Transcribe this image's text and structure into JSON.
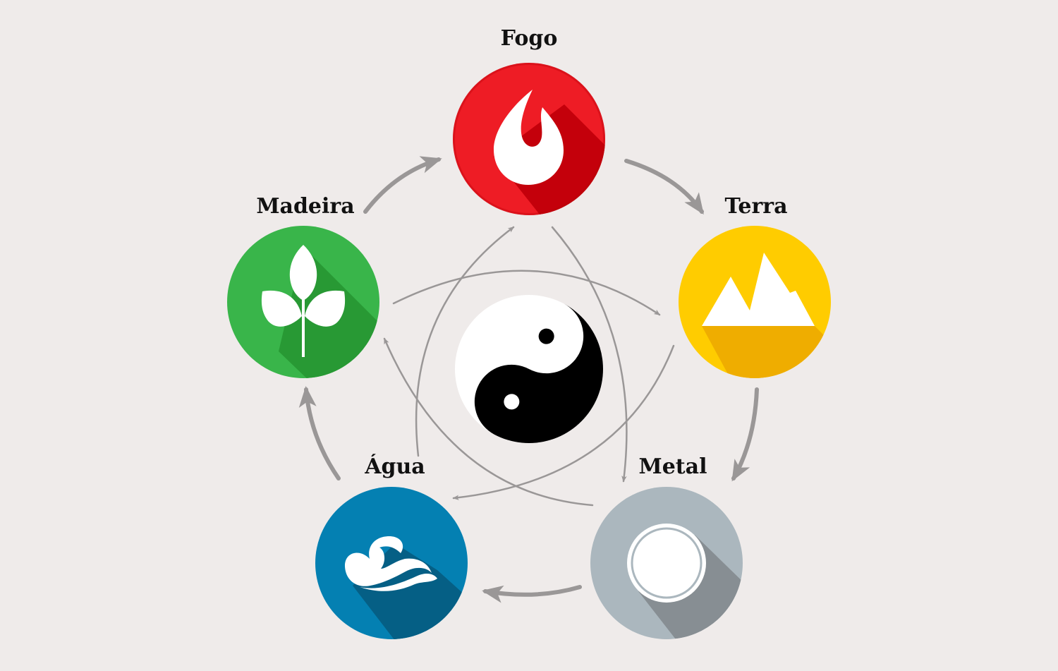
{
  "elements": {
    "fire": {
      "label": "Fogo",
      "color": "#ee1c25",
      "shade": "#c4000b"
    },
    "earth": {
      "label": "Terra",
      "color": "#ffcc00",
      "shade": "#efad00"
    },
    "metal": {
      "label": "Metal",
      "color": "#abb7be",
      "shade": "#878e93"
    },
    "water": {
      "label": "Água",
      "color": "#0480b2",
      "shade": "#055f85"
    },
    "wood": {
      "label": "Madeira",
      "color": "#39b54a",
      "shade": "#289934"
    }
  },
  "center": {
    "icon": "yin-yang-icon",
    "dark": "#000000",
    "light": "#ffffff"
  },
  "arrow_color": "#9a9797",
  "cycles": {
    "generating": [
      "fire→earth",
      "earth→metal",
      "metal→water",
      "water→wood",
      "wood→fire"
    ],
    "controlling": [
      "fire→metal",
      "metal→wood",
      "wood→earth",
      "earth→water",
      "water→fire"
    ]
  }
}
